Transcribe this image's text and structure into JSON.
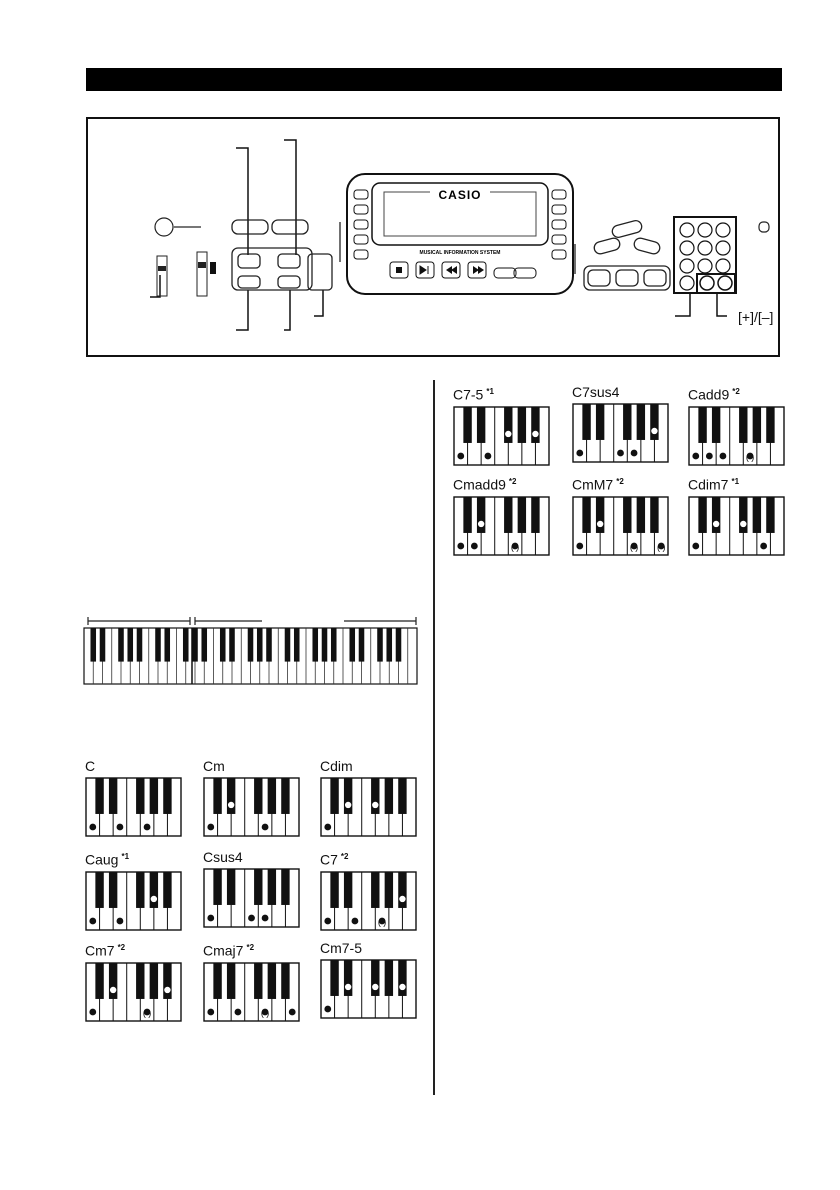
{
  "panel": {
    "brand": "CASIO",
    "display_caption": "MUSICAL INFORMATION SYSTEM",
    "plus_minus_label": "[+]/[–]"
  },
  "keyboard_diagram": {
    "octaves": 5
  },
  "chords_left": [
    {
      "name": "C",
      "note": ""
    },
    {
      "name": "Cm",
      "note": ""
    },
    {
      "name": "Cdim",
      "note": ""
    },
    {
      "name": "Caug",
      "note": "*1"
    },
    {
      "name": "Csus4",
      "note": ""
    },
    {
      "name": "C7",
      "note": "*2"
    },
    {
      "name": "Cm7",
      "note": "*2"
    },
    {
      "name": "Cmaj7",
      "note": "*2"
    },
    {
      "name": "Cm7-5",
      "note": ""
    }
  ],
  "chords_right": [
    {
      "name": "C7-5",
      "note": "*1"
    },
    {
      "name": "C7sus4",
      "note": ""
    },
    {
      "name": "Cadd9",
      "note": "*2"
    },
    {
      "name": "Cmadd9",
      "note": "*2"
    },
    {
      "name": "CmM7",
      "note": "*2"
    },
    {
      "name": "Cdim7",
      "note": "*1"
    }
  ]
}
